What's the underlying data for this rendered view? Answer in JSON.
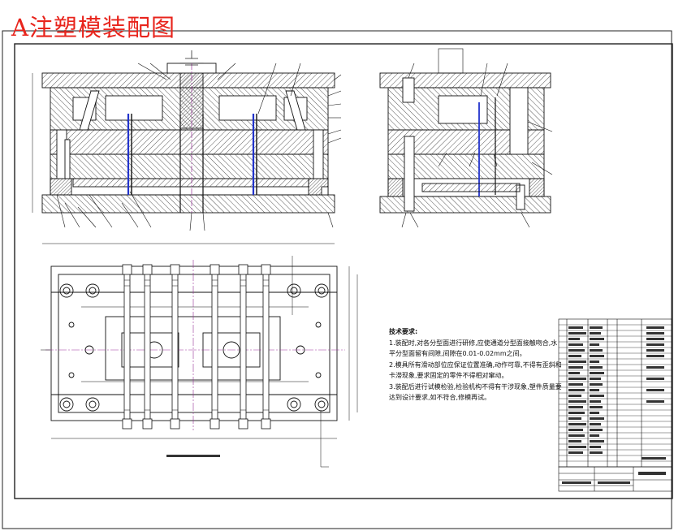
{
  "title": "A注塑模装配图",
  "tech_notes": {
    "heading": "技术要求:",
    "lines": [
      "1.装配时,对各分型面进行研修,应使通道分型面接触吻合,水平分型面留有间隙,间隙在0.01-0.02mm之间。",
      "2.模具所有滑动部位应保证位置准确,动作可靠,不得有歪斜和卡滞现象,要求固定的零件不得相对窜动。",
      "3.装配后进行试模检验,检验机构不得有干涉现象,塑件质量要达到设计要求,如不符合,修模再试。"
    ]
  },
  "colors": {
    "line": "#111111",
    "hatch": "#555555",
    "title": "#e8241c",
    "blue_line": "#2233cc",
    "mid_line": "#993399"
  }
}
